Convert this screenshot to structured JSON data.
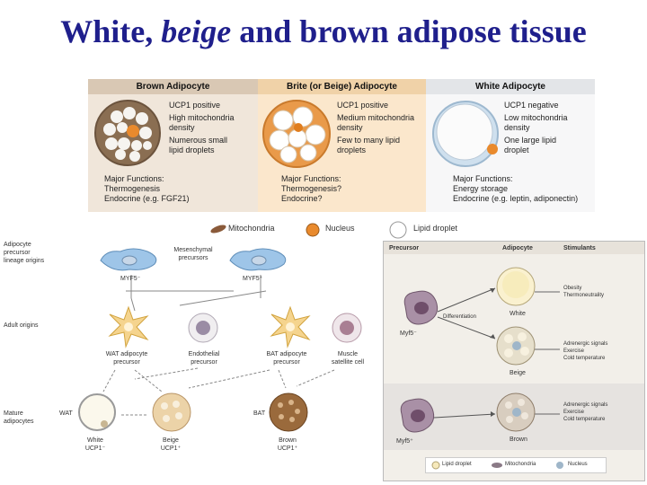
{
  "title": {
    "part1": "White, ",
    "italic": "beige",
    "part2": " and brown adipose tissue"
  },
  "top_panels": [
    {
      "header": "Brown Adipocyte",
      "header_bg": "#d9c8b4",
      "bg": "#f0e6da",
      "lines": [
        "UCP1 positive",
        "High mitochondria",
        "density",
        "Numerous small",
        "lipid droplets"
      ],
      "functions_title": "Major Functions:",
      "functions": [
        "Thermogenesis",
        "Endocrine (e.g. FGF21)"
      ]
    },
    {
      "header": "Brite (or Beige) Adipocyte",
      "header_bg": "#f0d2a8",
      "bg": "#fbe7cc",
      "lines": [
        "UCP1 positive",
        "Medium mitochondria",
        "density",
        "Few to many lipid",
        "droplets"
      ],
      "functions_title": "Major Functions:",
      "functions": [
        "Thermogenesis?",
        "Endocrine?"
      ]
    },
    {
      "header": "White Adipocyte",
      "header_bg": "#e3e5e8",
      "bg": "#f7f7f8",
      "lines": [
        "UCP1 negative",
        "Low mitochondria",
        "density",
        "One large lipid",
        "droplet"
      ],
      "functions_title": "Major Functions:",
      "functions": [
        "Energy storage",
        "Endocrine (e.g. leptin, adiponectin)"
      ]
    }
  ],
  "legend_top": {
    "mitochondria": "Mitochondria",
    "nucleus": "Nucleus",
    "lipid": "Lipid droplet"
  },
  "lineage": {
    "row_labels": [
      "Adipocyte\nprecursor\nlineage origins",
      "Adult origins",
      "Mature\nadipocytes"
    ],
    "mesenchymal": "Mesenchymal\nprecursors",
    "myf5_neg": "MYF5⁻",
    "myf5_pos": "MYF5⁺",
    "wat_adipocyte": "WAT adipocyte\nprecursor",
    "endothelial": "Endothelial\nprecursor",
    "bat_adipocyte": "BAT adipocyte\nprecursor",
    "muscle": "Muscle\nsatellite cell",
    "wat": "WAT",
    "bat": "BAT",
    "white": "White\nUCP1⁻",
    "beige": "Beige\nUCP1⁺",
    "brown": "Brown\nUCP1⁺"
  },
  "right_panel": {
    "headers": [
      "Precursor",
      "Adipocyte",
      "Stimulants"
    ],
    "differentiation": "Differentiation",
    "myf5_neg": "Myf5⁻",
    "myf5_pos": "Myf5⁺",
    "white": "White",
    "beige": "Beige",
    "brown": "Brown",
    "stim_white": [
      "Obesity",
      "Thermoneutrality"
    ],
    "stim_beige": [
      "Adrenergic signals",
      "Exercise",
      "Cold temperature"
    ],
    "stim_brown": [
      "Adrenergic signals",
      "Exercise",
      "Cold temperature"
    ],
    "legend": [
      "Lipid droplet",
      "Mitochondria",
      "Nucleus"
    ]
  }
}
